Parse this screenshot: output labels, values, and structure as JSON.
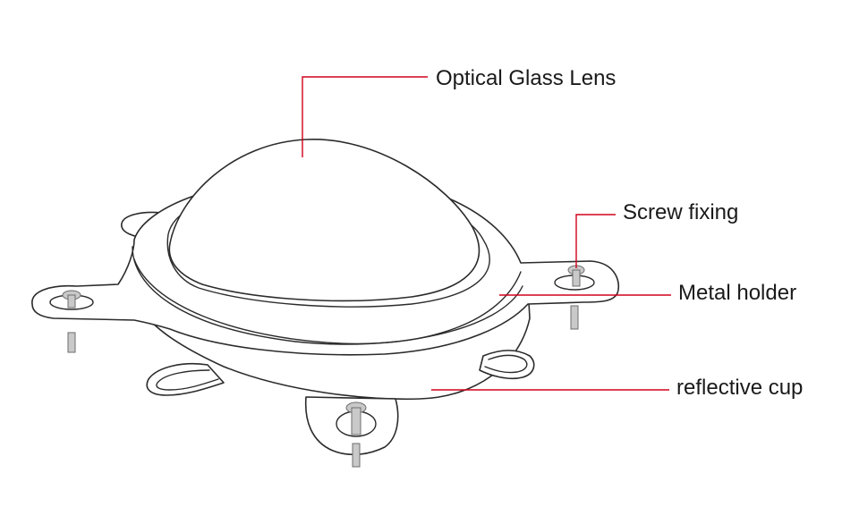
{
  "diagram": {
    "labels": {
      "lens": "Optical Glass Lens",
      "screw": "Screw fixing",
      "holder": "Metal holder",
      "cup": "reflective cup"
    },
    "colors": {
      "leader_line": "#d0021b",
      "outline": "#2b2b2b",
      "screw_fill": "#c9c9c9",
      "background": "#ffffff"
    }
  }
}
